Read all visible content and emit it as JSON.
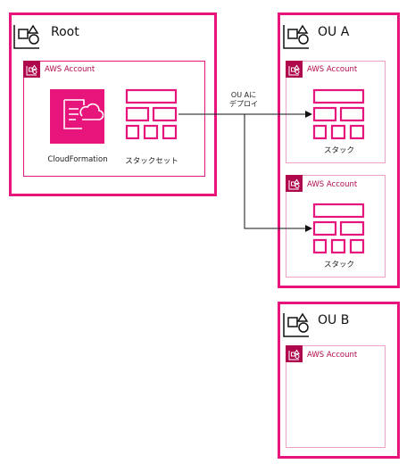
{
  "colors": {
    "accent": "#E7157B",
    "accent_soft": "#EAA2C6",
    "text": "#111111"
  },
  "icons": {
    "ou": "organizational-unit-icon",
    "account": "aws-account-icon",
    "cloudformation": "cloudformation-icon",
    "stackset": "stack-set-icon",
    "stack": "stack-icon"
  },
  "root": {
    "title": "Root",
    "account": {
      "label": "AWS Account",
      "cloudformation_label": "CloudFormation",
      "stackset_label": "スタックセット"
    }
  },
  "ou_a": {
    "title": "OU A",
    "accounts": [
      {
        "label": "AWS Account",
        "stack_label": "スタック"
      },
      {
        "label": "AWS Account",
        "stack_label": "スタック"
      }
    ]
  },
  "ou_b": {
    "title": "OU B",
    "accounts": [
      {
        "label": "AWS Account"
      }
    ]
  },
  "edge": {
    "label": "OU Aに\nデプロイ"
  }
}
